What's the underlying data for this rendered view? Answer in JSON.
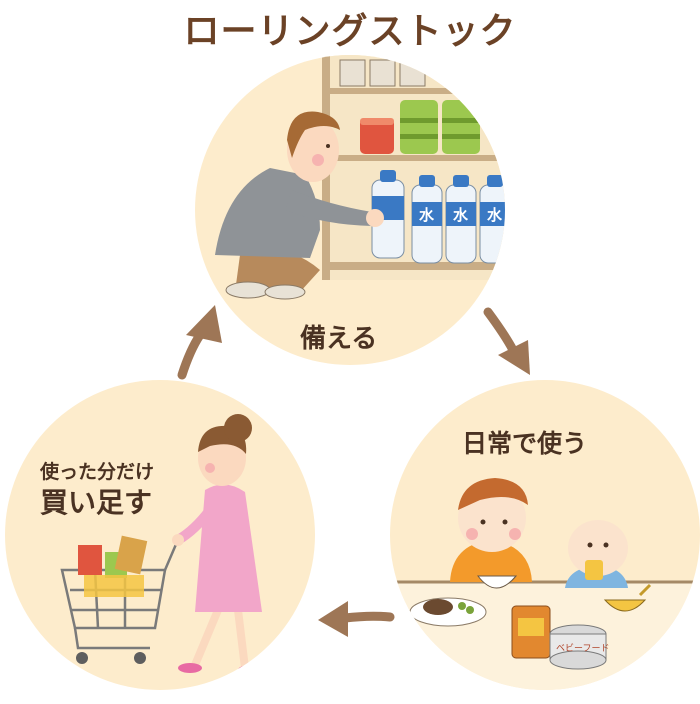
{
  "title": "ローリングストック",
  "colors": {
    "title": "#6b4226",
    "circle_fill": "#fdeccc",
    "arrow": "#9e7656",
    "shelf": "#ead9b3",
    "water_cap": "#3a79c4",
    "can_green": "#9cc84f",
    "can_red": "#e0553f",
    "dress": "#f2a6c9",
    "boy_shirt": "#f39a2b",
    "baby_shirt": "#7fb5e0"
  },
  "steps": {
    "top": {
      "label": "備える"
    },
    "right": {
      "label": "日常で使う"
    },
    "left": {
      "label_line1": "使った分だけ",
      "label_line2": "買い足す"
    }
  },
  "icons": {
    "water_bottle_glyph": "水",
    "baby_food_label": "ベビーフード"
  }
}
